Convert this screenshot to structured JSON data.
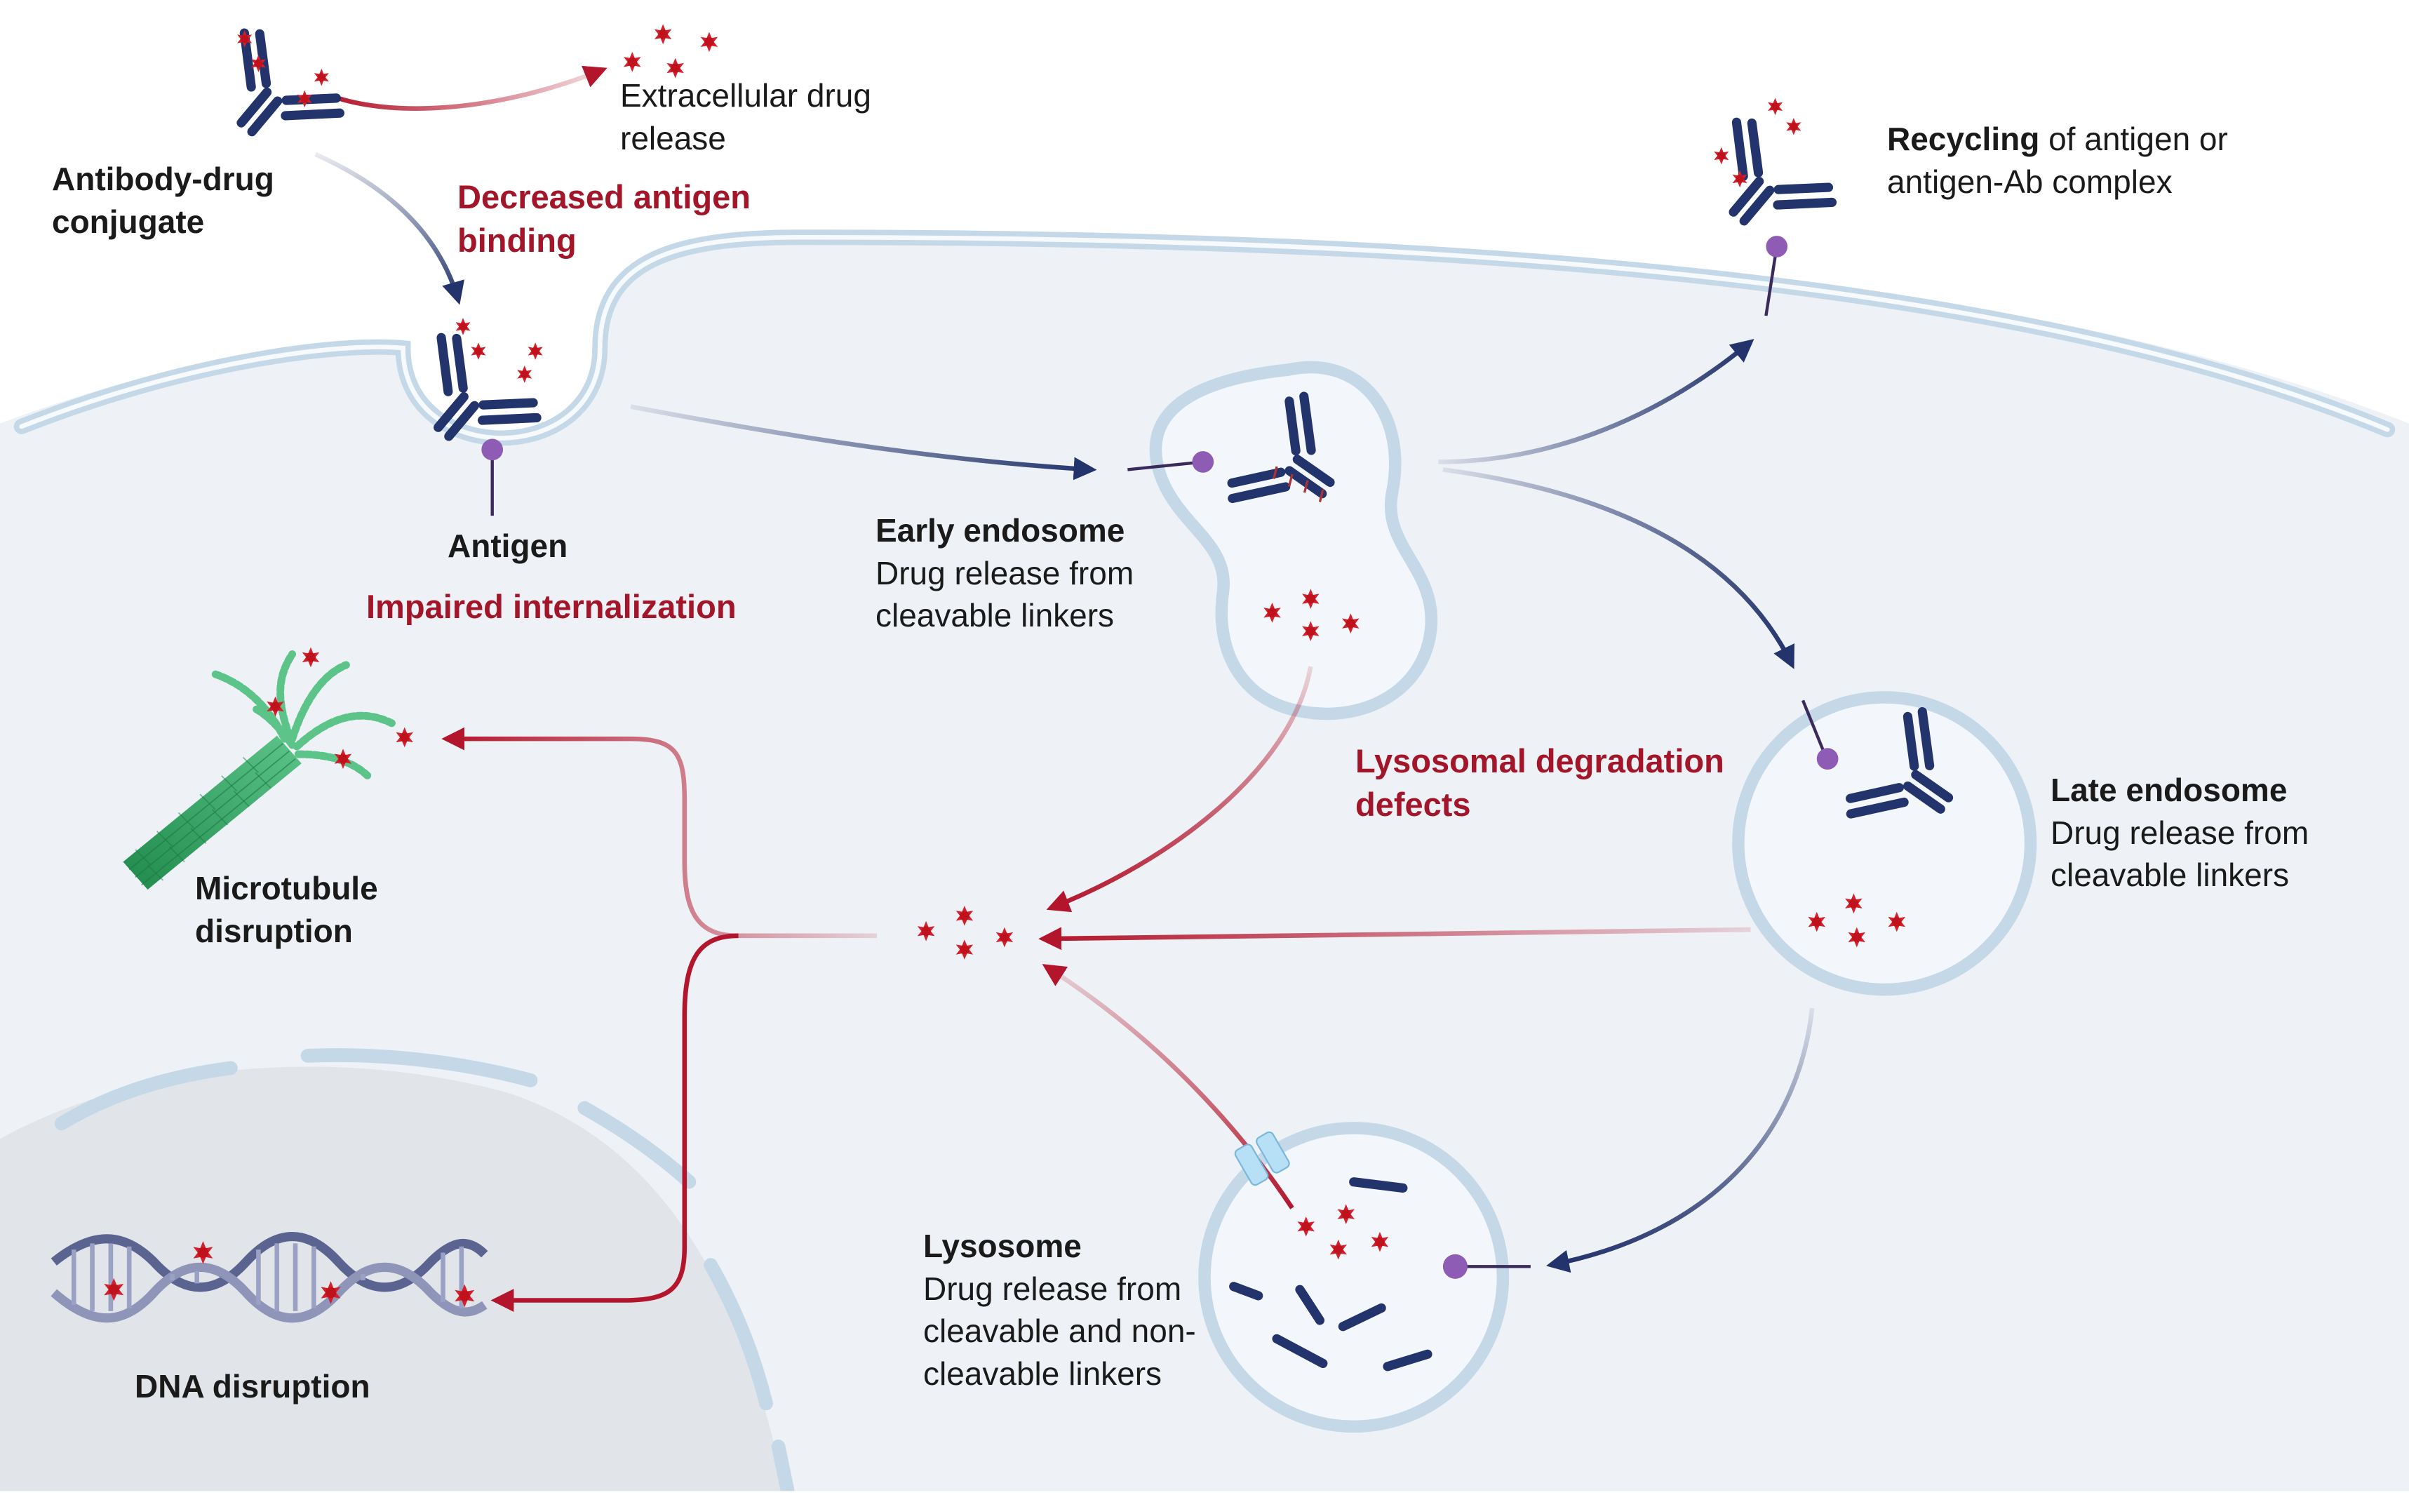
{
  "colors": {
    "cell_fill": "#eef2f7",
    "membrane": "#c4d8e8",
    "nucleus_fill": "#e1e5ea",
    "antibody": "#23336b",
    "antigen": "#8e5bb5",
    "drug": "#d4202a",
    "red_arrow": "#b3162c",
    "navy_arrow": "#23336b",
    "microtubule": "#2e9a5e",
    "dna": "#5b6390",
    "text_red": "#a3162a",
    "text_dark": "#1a1a1a"
  },
  "icons": [
    "antibody-drug-conjugate-icon",
    "drug-payload-icon",
    "antigen-icon",
    "microtubule-icon",
    "dna-helix-icon",
    "lysosome-channel-icon"
  ],
  "labels": {
    "adc": "Antibody-drug\nconjugate",
    "extracellular": "Extracellular drug\nrelease",
    "decreased_binding": "Decreased antigen\nbinding",
    "antigen": "Antigen",
    "impaired": "Impaired internalization",
    "recycling_bold": "Recycling",
    "recycling_rest": " of antigen or\nantigen-Ab complex",
    "early_title": "Early endosome",
    "early_sub": "Drug release from\ncleavable linkers",
    "lysosomal_defects": "Lysosomal degradation\ndefects",
    "late_title": "Late endosome",
    "late_sub": "Drug release from\ncleavable linkers",
    "microtubule": "Microtubule\ndisruption",
    "dna": "DNA disruption",
    "lysosome_title": "Lysosome",
    "lysosome_sub": "Drug release from\ncleavable and non-\ncleavable linkers"
  }
}
